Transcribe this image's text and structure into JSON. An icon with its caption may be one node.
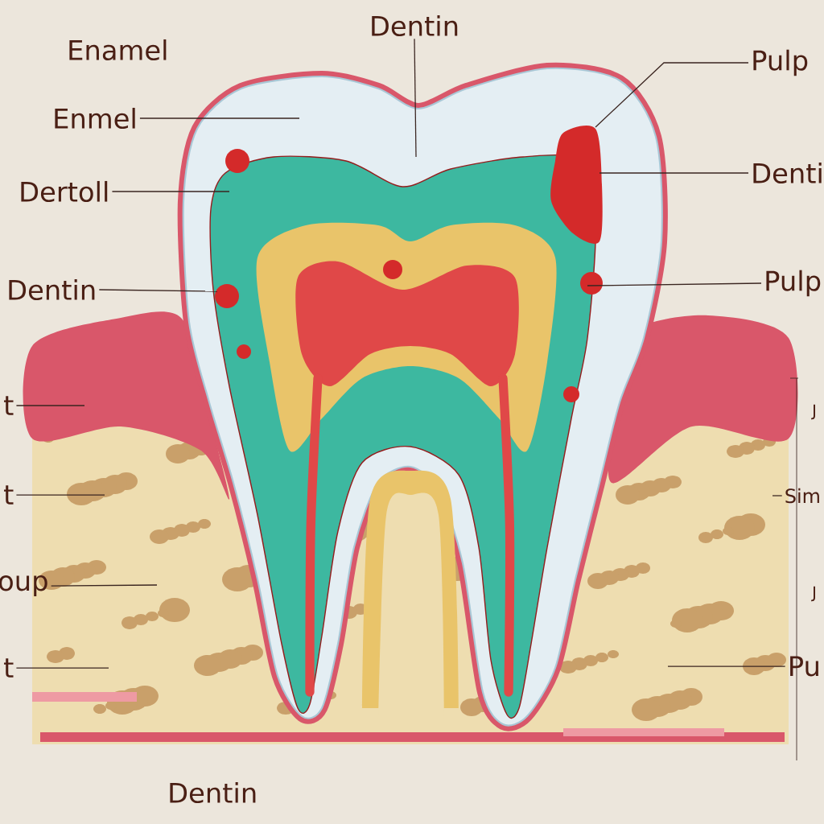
{
  "diagram": {
    "nodes": [
      {
        "text": [
          "Dentin"
        ]
      },
      {
        "text": [
          "Pulp"
        ]
      },
      {
        "text": [
          "Enmel"
        ]
      },
      {
        "text": [
          "Denti"
        ]
      },
      {
        "text": [
          "Dertoll"
        ]
      },
      {
        "text": [
          "Pulp"
        ]
      },
      {
        "text": [
          "Dentin"
        ]
      },
      {
        "text": [
          "t"
        ]
      },
      {
        "text": [
          "t"
        ]
      },
      {
        "text": [
          "Sim"
        ]
      },
      {
        "text": [
          "oup"
        ]
      },
      {
        "text": [
          "t"
        ]
      },
      {
        "text": [
          "Pu"
        ]
      }
    ],
    "edges": [
      {
        "from": 0,
        "to": null,
        "arrow": "none"
      },
      {
        "from": 1,
        "to": null,
        "arrow": "none"
      },
      {
        "from": 2,
        "to": null,
        "arrow": "none"
      },
      {
        "from": 3,
        "to": null,
        "arrow": "none"
      },
      {
        "from": 4,
        "to": null,
        "arrow": "none"
      },
      {
        "from": 5,
        "to": null,
        "arrow": "none"
      },
      {
        "from": 6,
        "to": null,
        "arrow": "none"
      },
      {
        "from": 7,
        "to": null,
        "arrow": "none"
      },
      {
        "from": 8,
        "to": null,
        "arrow": "none"
      },
      {
        "from": 9,
        "to": null,
        "arrow": "none"
      },
      {
        "from": 10,
        "to": null,
        "arrow": "none"
      },
      {
        "from": 11,
        "to": null,
        "arrow": "none"
      },
      {
        "from": 12,
        "to": null,
        "arrow": "none"
      }
    ],
    "labels": [
      "Enamel",
      "J",
      "J",
      "Dentin"
    ]
  }
}
